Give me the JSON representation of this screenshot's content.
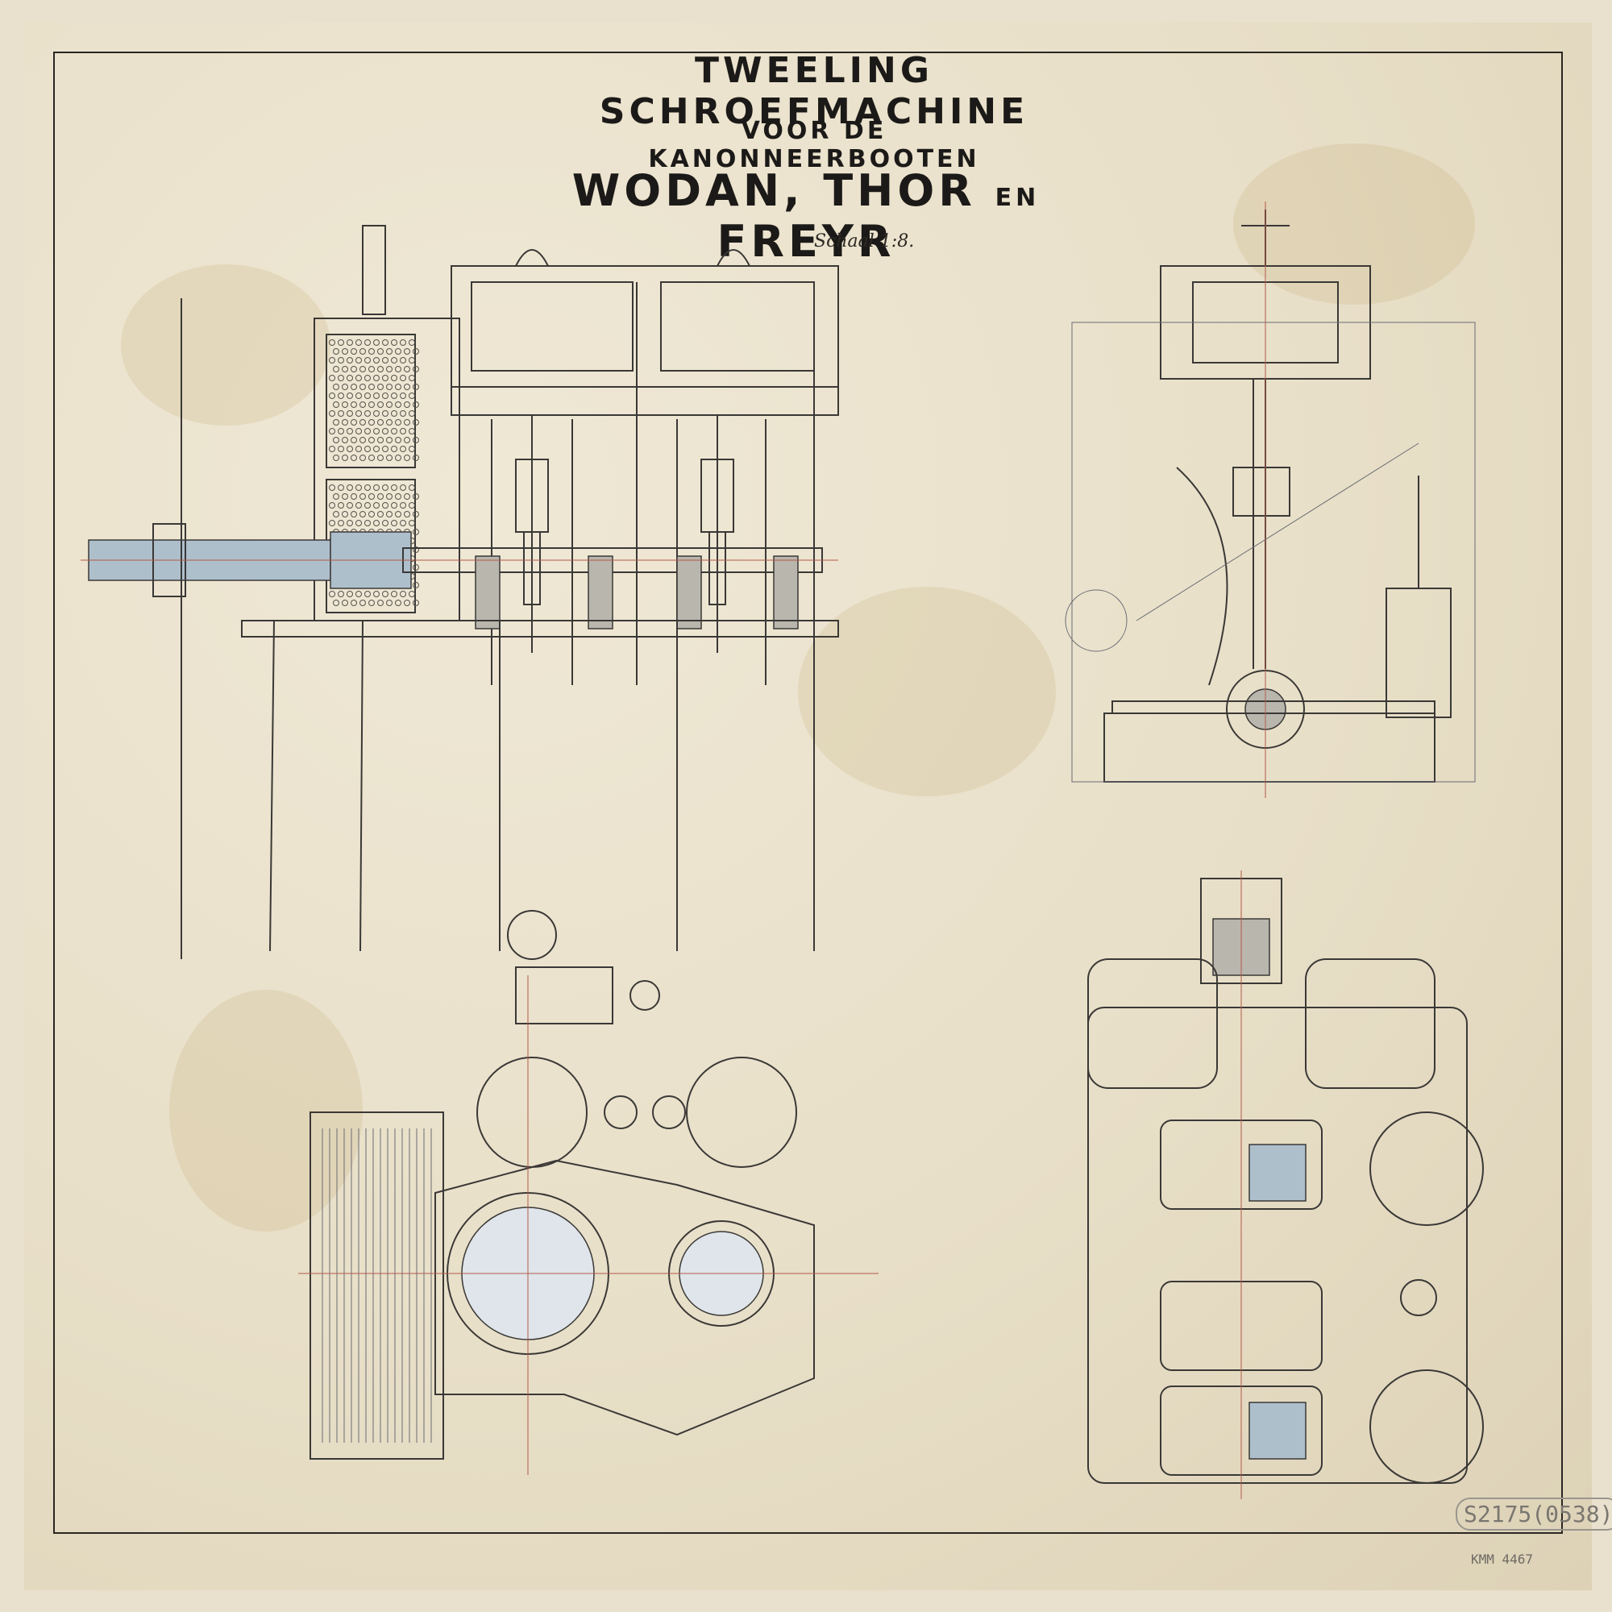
{
  "title": {
    "line1": "TWEELING SCHROEFMACHINE",
    "line2": "VOOR DE KANONNEERBOOTEN",
    "line3_names": "WODAN, THOR",
    "line3_conj": "EN",
    "line3_last": "FREYR",
    "scale_note": "Schaal 1:8."
  },
  "catalog": {
    "number": "S2175(0538)",
    "stamp": "KMM 4467"
  },
  "views": [
    {
      "name": "side-elevation"
    },
    {
      "name": "end-elevation"
    },
    {
      "name": "plan-section"
    },
    {
      "name": "plan-view"
    }
  ],
  "colors": {
    "paper": "#e9e1cd",
    "ink": "#1c1a18",
    "wash_blue": "#aebfcc",
    "wash_grey": "#b9b6ae",
    "centerline_red": "#b35a4a"
  }
}
